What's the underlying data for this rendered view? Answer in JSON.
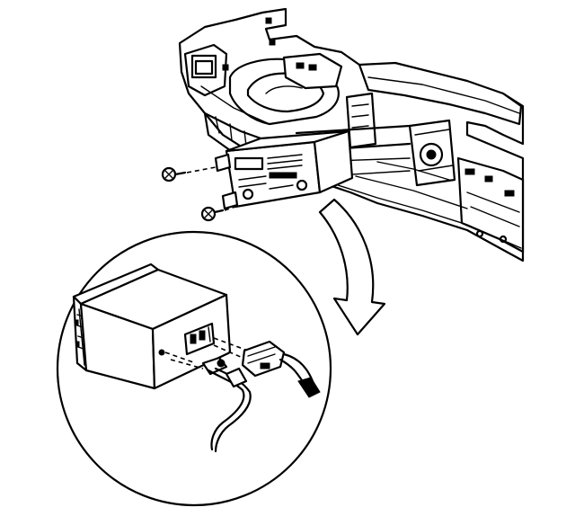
{
  "figure": {
    "colors": {
      "ink": "#000000",
      "paper": "#ffffff"
    },
    "parts": [
      "instrument-panel",
      "radio-unit",
      "mounting-screws",
      "detail-callout-arrow",
      "detail-view-circle",
      "radio-rear-connectors",
      "wiring-harness-connector",
      "antenna-cable"
    ]
  }
}
